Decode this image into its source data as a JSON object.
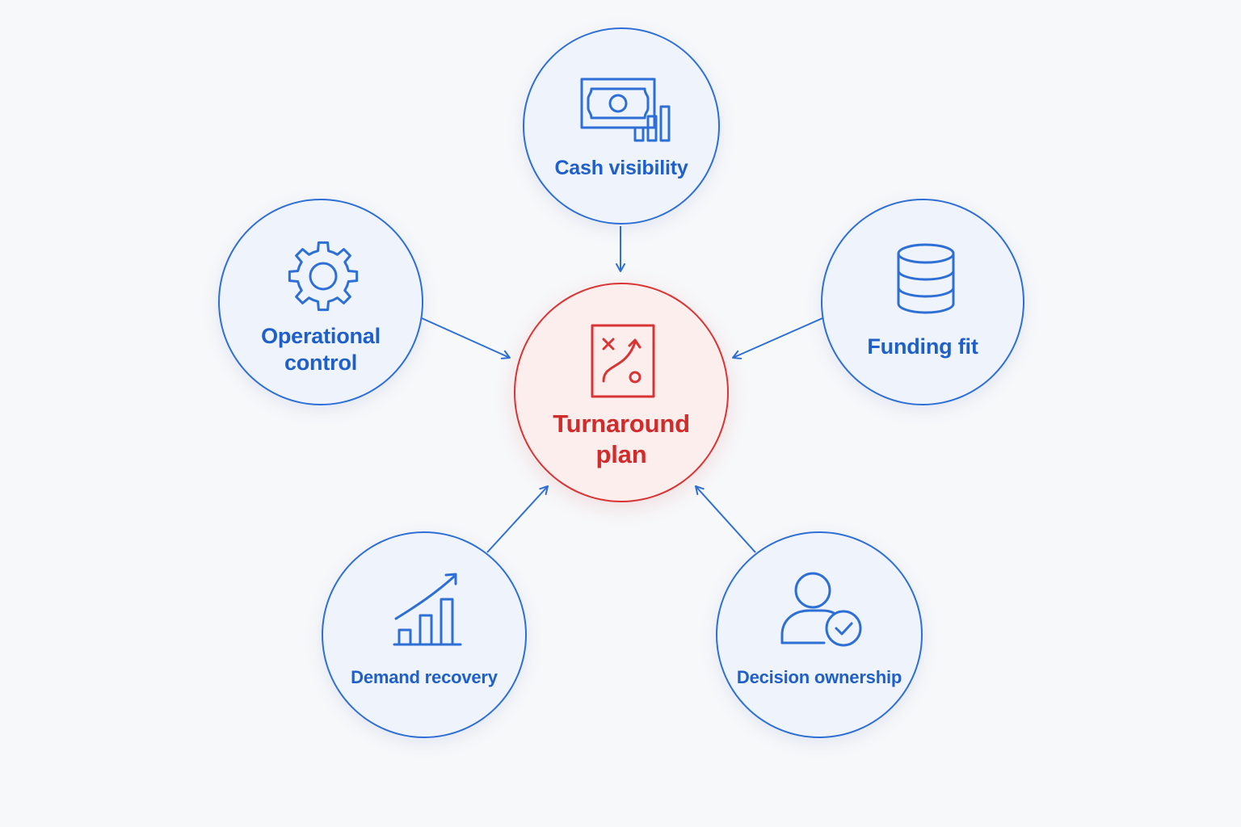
{
  "colors": {
    "blue": "#2e6fd6",
    "red": "#d93434"
  },
  "center": {
    "label": "Turnaround\nplan",
    "icon": "strategy-board-icon"
  },
  "nodes": [
    {
      "label": "Cash visibility",
      "icon": "cash-chart-icon"
    },
    {
      "label": "Operational\ncontrol",
      "icon": "gear-icon"
    },
    {
      "label": "Funding fit",
      "icon": "database-icon"
    },
    {
      "label": "Demand recovery",
      "icon": "growth-chart-icon"
    },
    {
      "label": "Decision ownership",
      "icon": "user-check-icon"
    }
  ]
}
